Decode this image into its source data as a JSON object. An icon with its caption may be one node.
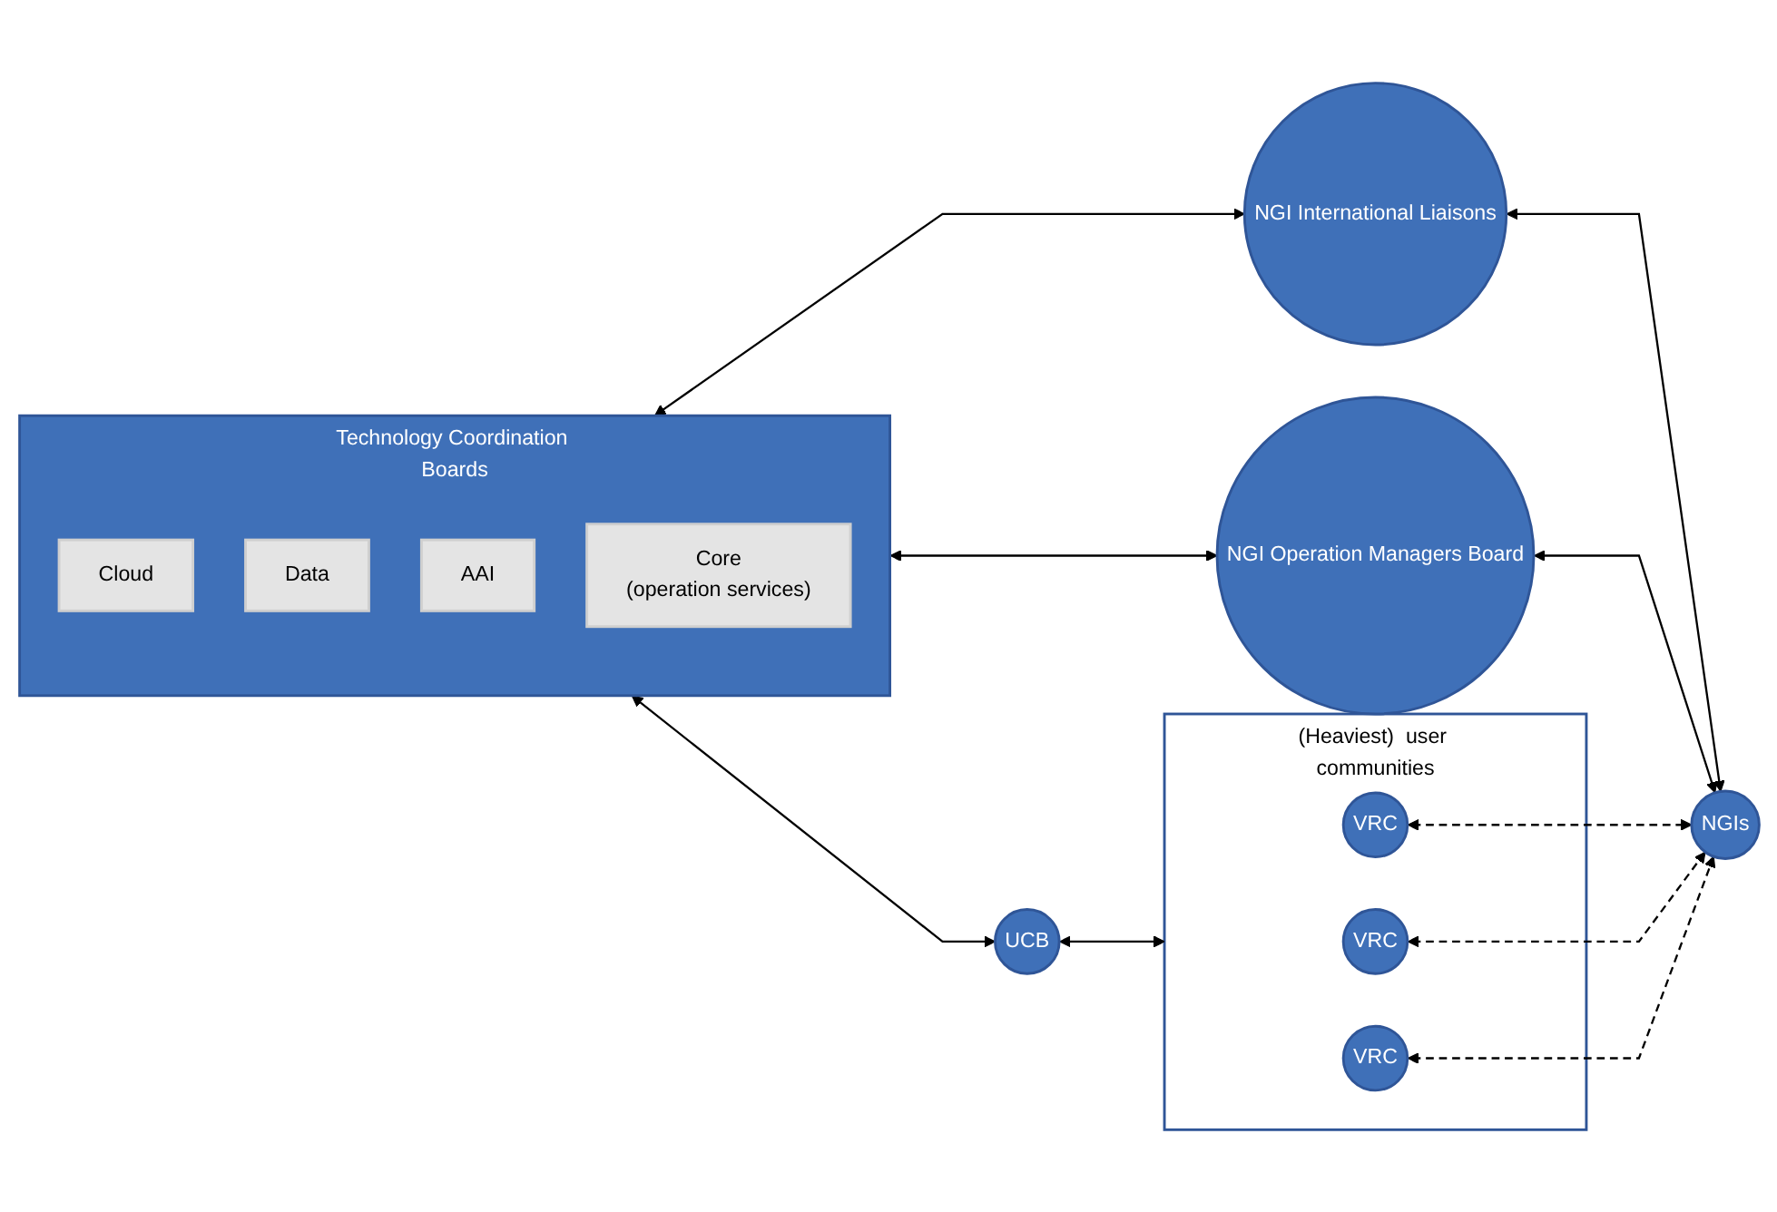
{
  "diagram": {
    "nodes": [
      {
        "text": [
          "Technology Coordination Boards"
        ]
      },
      {
        "text": [
          "Cloud"
        ],
        "in": 0
      },
      {
        "text": [
          "Data"
        ],
        "in": 0
      },
      {
        "text": [
          "AAI"
        ],
        "in": 0
      },
      {
        "text": [
          "Core",
          "(operation services)"
        ],
        "in": 0
      },
      {
        "text": [
          "UCB"
        ]
      },
      {
        "text": [
          "NGI International Liaisons"
        ]
      },
      {
        "text": [
          "NGI Operation Managers Board"
        ]
      },
      {
        "text": [
          "(Heaviest)  user communities"
        ]
      },
      {
        "text": [
          "VRC"
        ],
        "in": 8
      },
      {
        "text": [
          "VRC"
        ],
        "in": 8
      },
      {
        "text": [
          "VRC"
        ],
        "in": 8
      },
      {
        "text": [
          "NGIs"
        ]
      }
    ],
    "edges": [
      {
        "from": 0,
        "to": 5,
        "arrow": "both"
      },
      {
        "from": 0,
        "to": 6,
        "arrow": "both"
      },
      {
        "from": 0,
        "to": 7,
        "arrow": "both"
      },
      {
        "from": 5,
        "to": 8,
        "arrow": "both"
      },
      {
        "from": 6,
        "to": 12,
        "arrow": "both"
      },
      {
        "from": 7,
        "to": 12,
        "arrow": "both"
      },
      {
        "from": 10,
        "to": 12,
        "arrow": "both",
        "style": "dashed"
      },
      {
        "from": 9,
        "to": 12,
        "arrow": "both",
        "style": "dashed"
      },
      {
        "from": 11,
        "to": 12,
        "arrow": "both",
        "style": "dashed"
      }
    ]
  }
}
